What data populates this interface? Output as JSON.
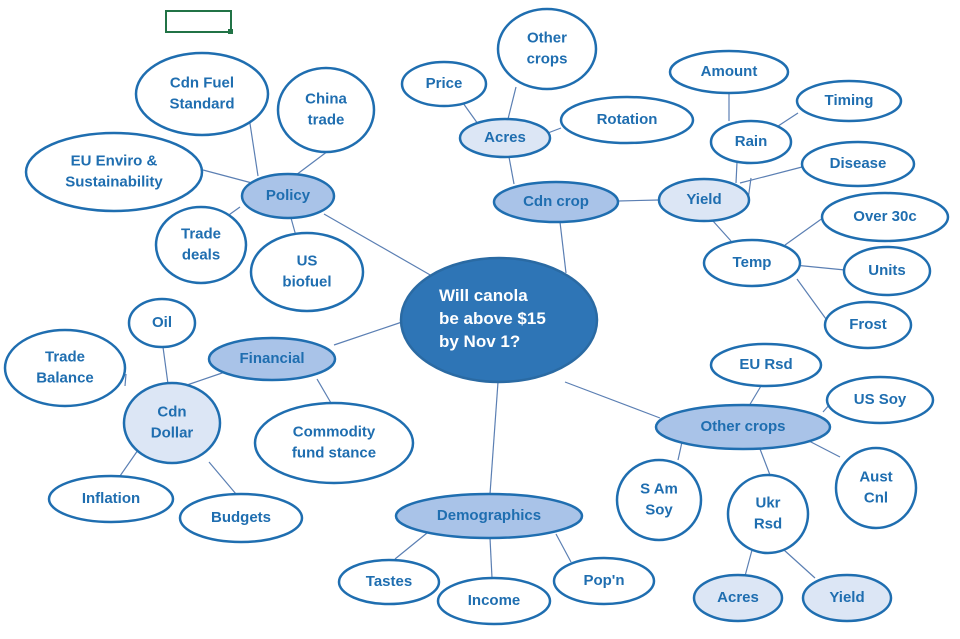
{
  "colors": {
    "border": "#1f6eb0",
    "text_dark": "#1f6eb0",
    "center_fill": "#2e75b6",
    "center_border": "#2a6aa3",
    "primary_fill": "#a9c3e8",
    "secondary_fill": "#dce6f5",
    "leaf_fill": "#ffffff",
    "connector": "#5b7fb3",
    "cell_border": "#217346"
  },
  "nodes": {
    "center": "Will canola be above $15 by Nov 1?",
    "policy": "Policy",
    "cdn_fuel_standard": "Cdn Fuel Standard",
    "china_trade": "China trade",
    "eu_enviro": "EU Enviro & Sustainability",
    "trade_deals": "Trade deals",
    "us_biofuel": "US biofuel",
    "financial": "Financial",
    "oil": "Oil",
    "trade_balance": "Trade Balance",
    "cdn_dollar": "Cdn Dollar",
    "inflation": "Inflation",
    "budgets": "Budgets",
    "commodity_fund": "Commodity fund stance",
    "demographics": "Demographics",
    "tastes": "Tastes",
    "income": "Income",
    "popn": "Pop'n",
    "cdn_crop": "Cdn crop",
    "acres": "Acres",
    "price": "Price",
    "other_crops_leaf": "Other crops",
    "rotation": "Rotation",
    "yield": "Yield",
    "rain": "Rain",
    "amount": "Amount",
    "timing": "Timing",
    "disease": "Disease",
    "temp": "Temp",
    "over30c": "Over 30c",
    "units": "Units",
    "frost": "Frost",
    "other_crops": "Other crops",
    "eu_rsd": "EU Rsd",
    "us_soy": "US Soy",
    "aust_cnl": "Aust Cnl",
    "ukr_rsd": "Ukr Rsd",
    "s_am_soy": "S Am Soy",
    "ukr_acres": "Acres",
    "ukr_yield": "Yield"
  }
}
